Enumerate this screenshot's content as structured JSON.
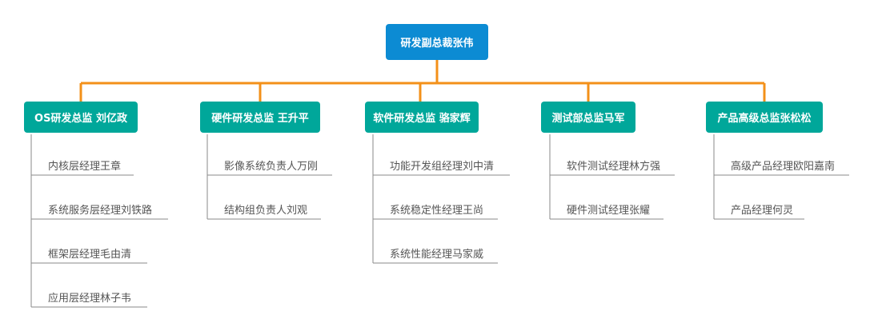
{
  "diagram": {
    "type": "org-chart",
    "colors": {
      "root_fill": "#0c8bd3",
      "dept_fill": "#00a79a",
      "connector": "#f39019",
      "branch_line": "#8a8a8a",
      "leaf_text": "#555555",
      "node_text": "#ffffff"
    },
    "root": {
      "label": "研发副总裁张伟"
    },
    "departments": [
      {
        "label": "OS研发总监 刘亿政",
        "members": [
          "内核层经理王章",
          "系统服务层经理刘铁路",
          "框架层经理毛由清",
          "应用层经理林子韦"
        ]
      },
      {
        "label": "硬件研发总监 王升平",
        "members": [
          "影像系统负责人万刚",
          "结构组负责人刘观"
        ]
      },
      {
        "label": "软件研发总监 骆家辉",
        "members": [
          "功能开发组经理刘中清",
          "系统稳定性经理王尚",
          "系统性能经理马家威"
        ]
      },
      {
        "label": "测试部总监马军",
        "members": [
          "软件测试经理林方强",
          "硬件测试经理张耀"
        ]
      },
      {
        "label": "产品高级总监张松松",
        "members": [
          "高级产品经理欧阳嘉南",
          "产品经理何灵"
        ]
      }
    ]
  }
}
